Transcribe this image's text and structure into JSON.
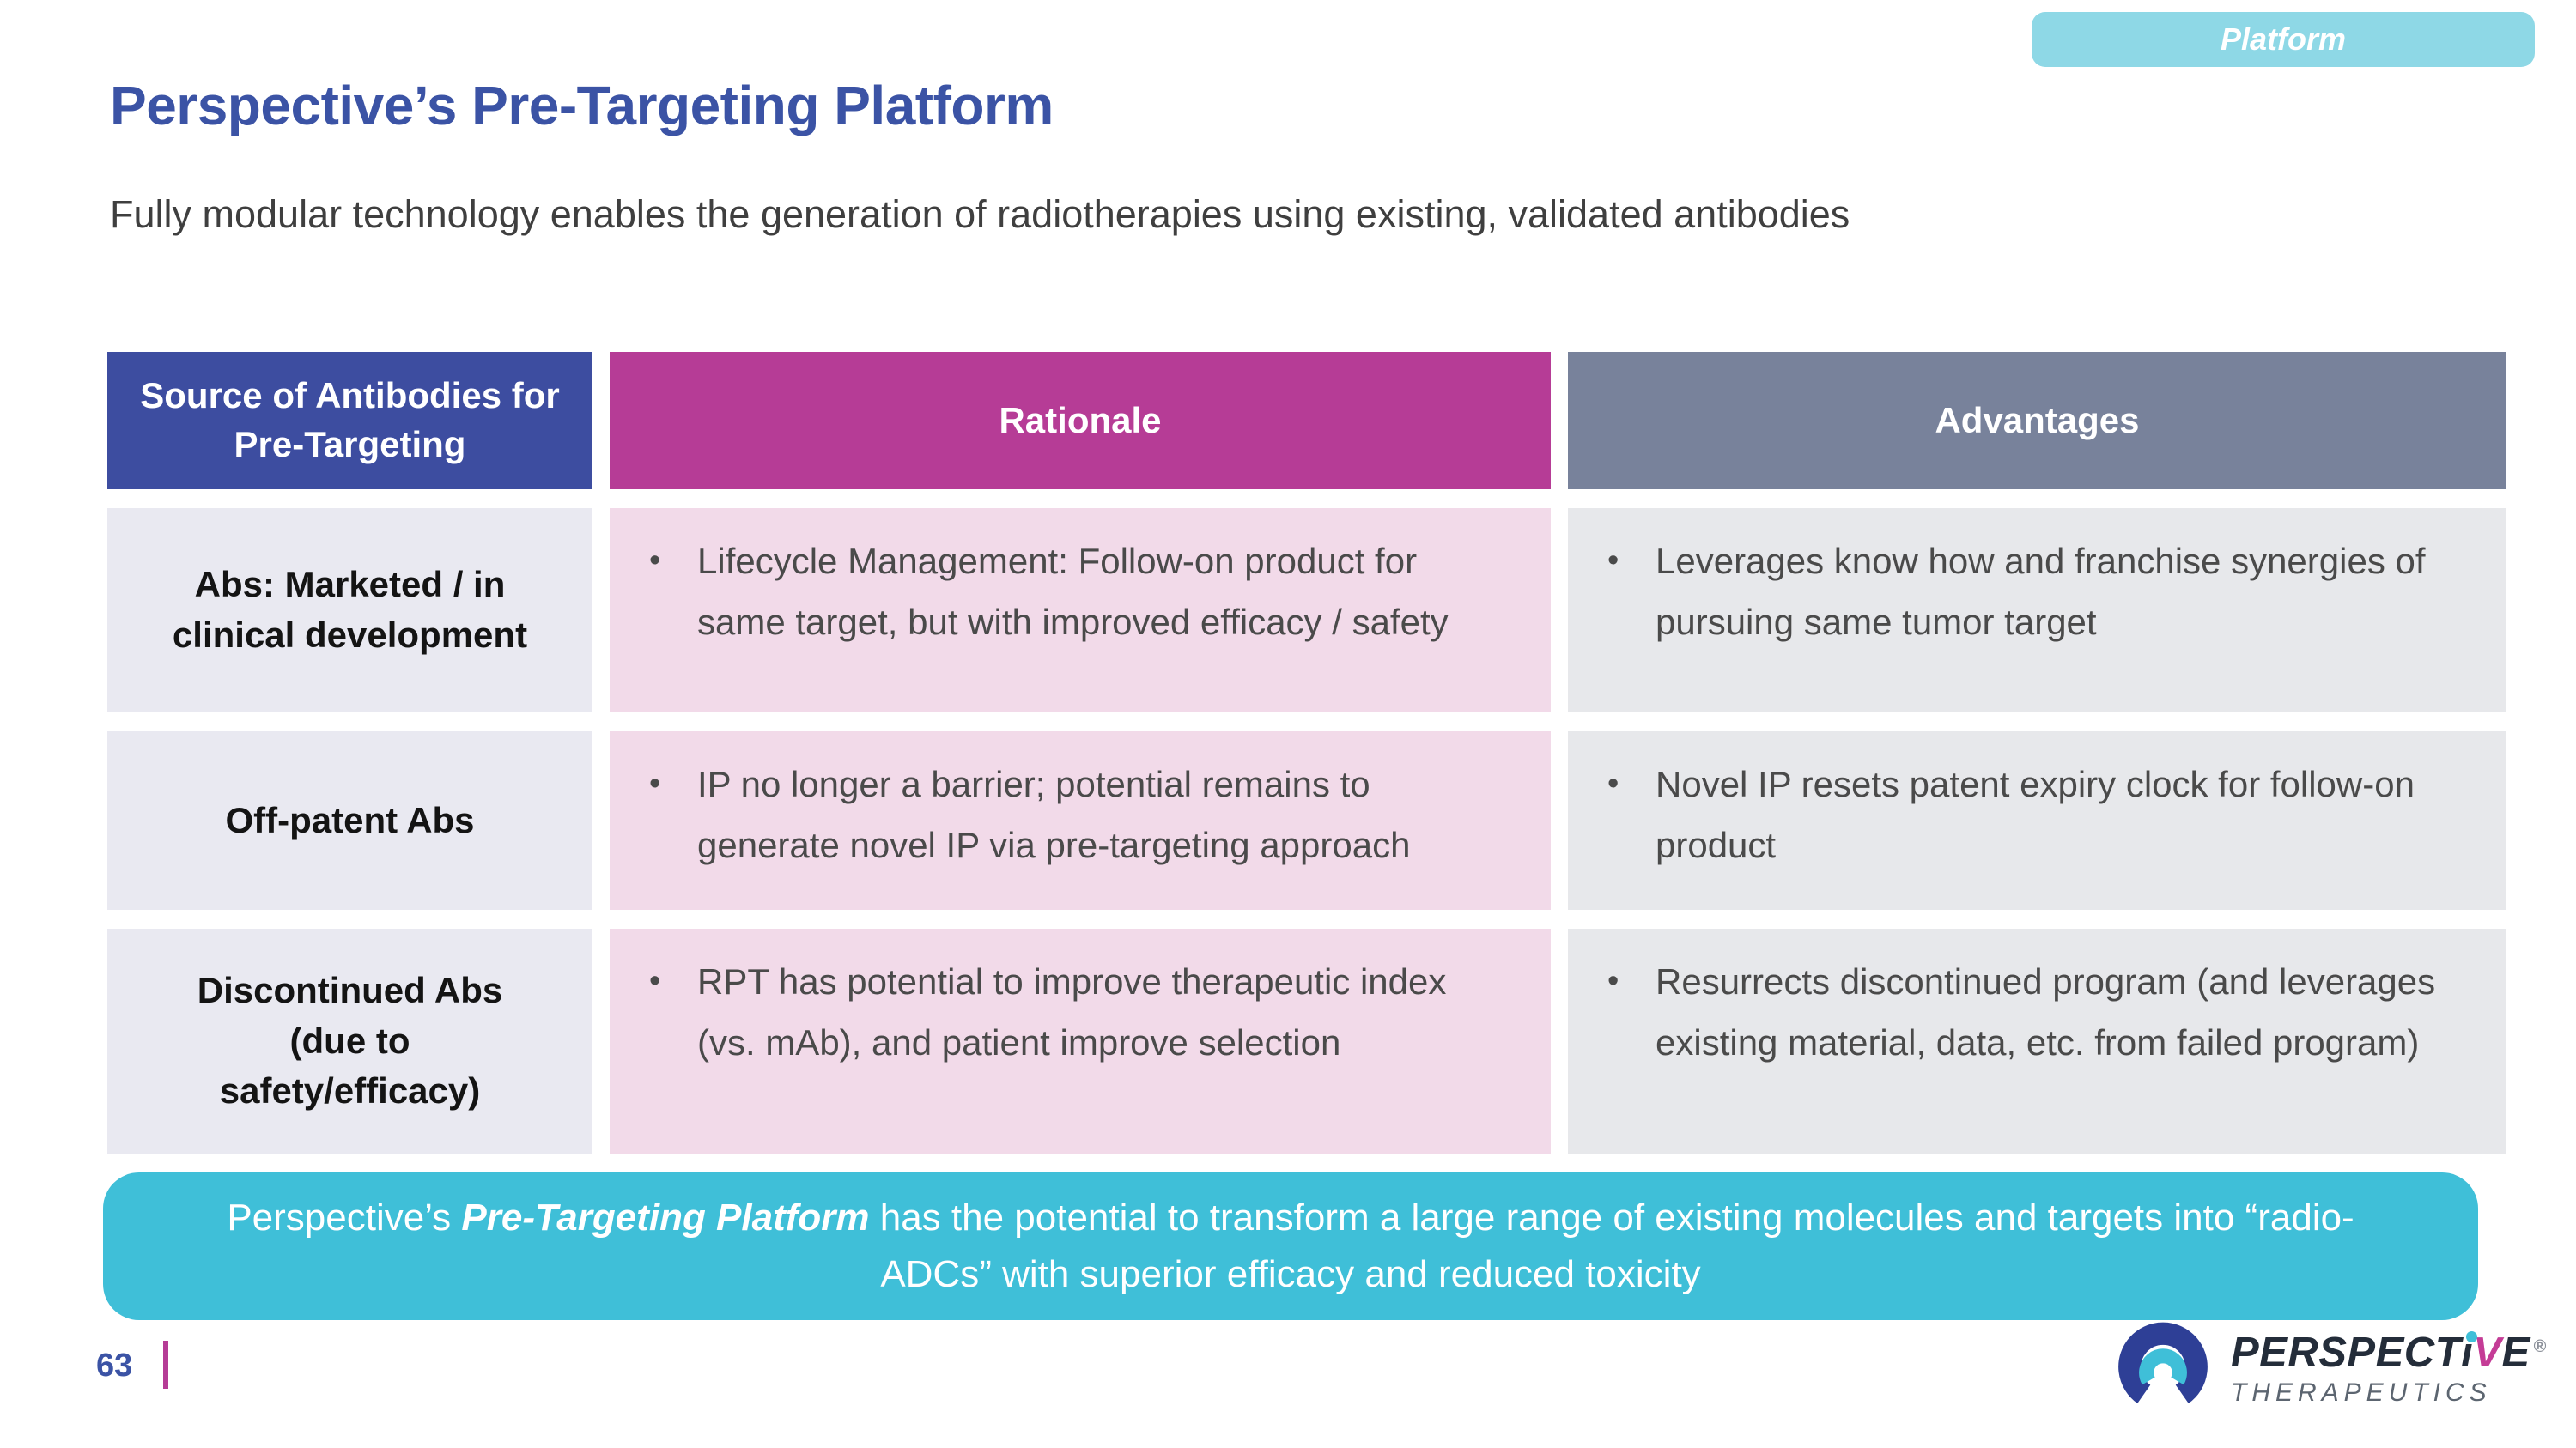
{
  "badge": {
    "label": "Platform"
  },
  "header": {
    "title": "Perspective’s Pre-Targeting Platform",
    "subtitle": "Fully modular technology enables the generation of radiotherapies using existing, validated antibodies"
  },
  "table": {
    "bullet": "•",
    "columns": [
      {
        "label": "Source of Antibodies for Pre-Targeting",
        "bg_color": "#3D4DA0"
      },
      {
        "label": "Rationale",
        "bg_color": "#B63C96"
      },
      {
        "label": "Advantages",
        "bg_color": "#78829B"
      }
    ],
    "rows": [
      {
        "source": "Abs: Marketed / in clinical development",
        "rationale": "Lifecycle Management: Follow-on product for same target, but with improved efficacy / safety",
        "advantage": "Leverages know how and franchise synergies of pursuing same tumor target"
      },
      {
        "source": "Off-patent Abs",
        "rationale": "IP no longer a barrier; potential remains to generate novel IP via pre-targeting approach",
        "advantage": "Novel IP resets patent expiry clock for follow-on product"
      },
      {
        "source": "Discontinued Abs (due to safety/efficacy)",
        "rationale": "RPT has potential to improve therapeutic index (vs. mAb), and patient improve selection",
        "advantage": "Resurrects discontinued program (and leverages existing material, data, etc. from failed program)"
      }
    ]
  },
  "banner": {
    "prefix": "Perspective’s ",
    "emphasis": "Pre-Targeting Platform",
    "suffix": " has the potential to transform a large range of existing molecules and targets into “radio-ADCs” with superior efficacy and reduced toxicity"
  },
  "footer": {
    "page_number": "63",
    "logo": {
      "part_perspect": "PERSPECT",
      "part_i": "i",
      "part_v": "V",
      "part_e": "E",
      "registered": "®",
      "subtitle": "THERAPEUTICS"
    }
  },
  "colors": {
    "title_blue": "#3B53A5",
    "header_source_bg": "#3D4DA0",
    "header_rationale_bg": "#B63C96",
    "header_advantages_bg": "#78829B",
    "source_cell_bg": "#E9E9F1",
    "rationale_cell_bg": "#F2DAE9",
    "advantages_cell_bg": "#E7E8EB",
    "banner_bg": "#3FBFD8",
    "badge_bg": "#8ED8E6",
    "accent_magenta": "#B53C96",
    "logo_navy": "#2E3F96",
    "logo_teal": "#3FBFD8",
    "body_text": "#4A4A4A"
  }
}
